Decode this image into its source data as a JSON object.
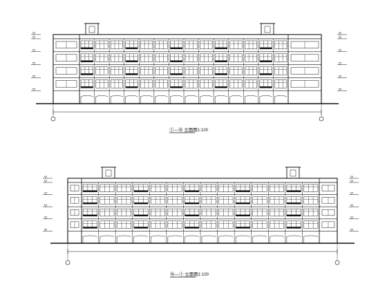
{
  "elevations": [
    {
      "title": "①—⑩ 立面图",
      "scale": "1:100"
    },
    {
      "title": "⑩—① 立面图",
      "scale": "1:100"
    }
  ],
  "line_color": "#111111"
}
